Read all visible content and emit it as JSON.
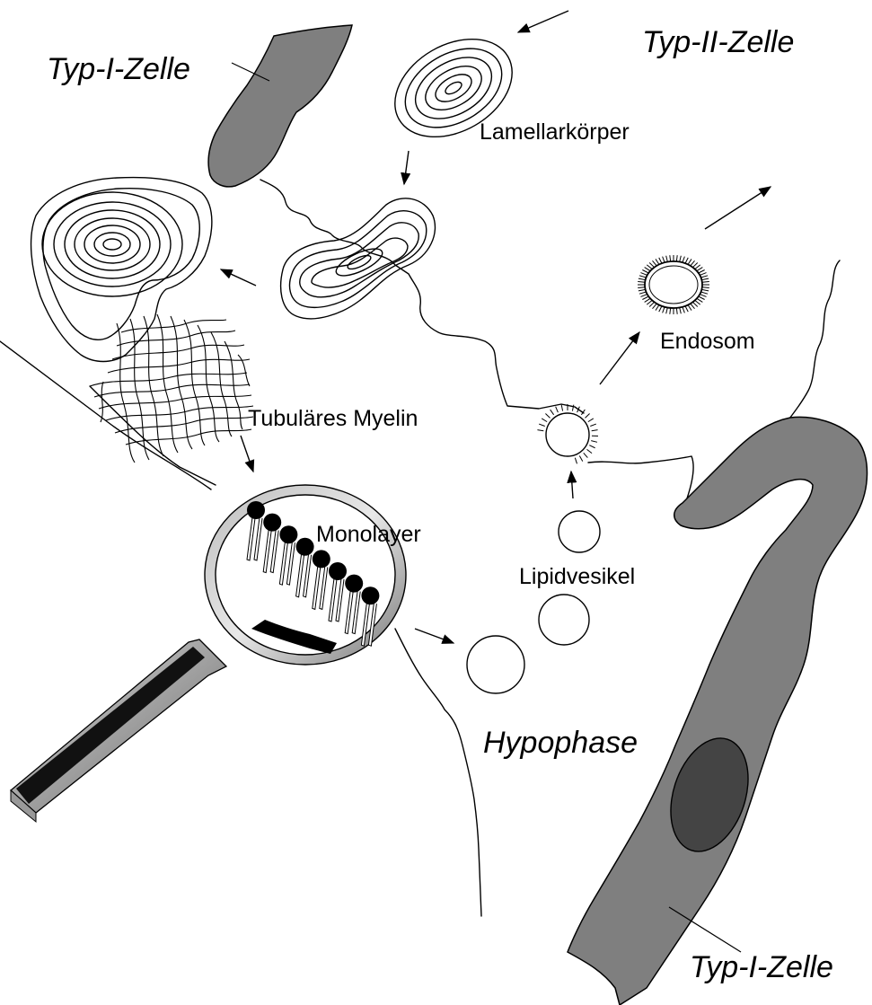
{
  "labels": {
    "type1_top": "Typ-I-Zelle",
    "type2": "Typ-II-Zelle",
    "lamellar": "Lamellarkörper",
    "tubular": "Tubuläres Myelin",
    "monolayer": "Monolayer",
    "lipid": "Lipidvesikel",
    "endosome": "Endosom",
    "hypophase": "Hypophase",
    "type1_bottom": "Typ-I-Zelle"
  },
  "colors": {
    "cell_fill": "#7f7f7f",
    "nucleus_fill": "#444444",
    "outline": "#000000"
  },
  "icons": {
    "magnifier": "magnifying-glass-icon"
  }
}
